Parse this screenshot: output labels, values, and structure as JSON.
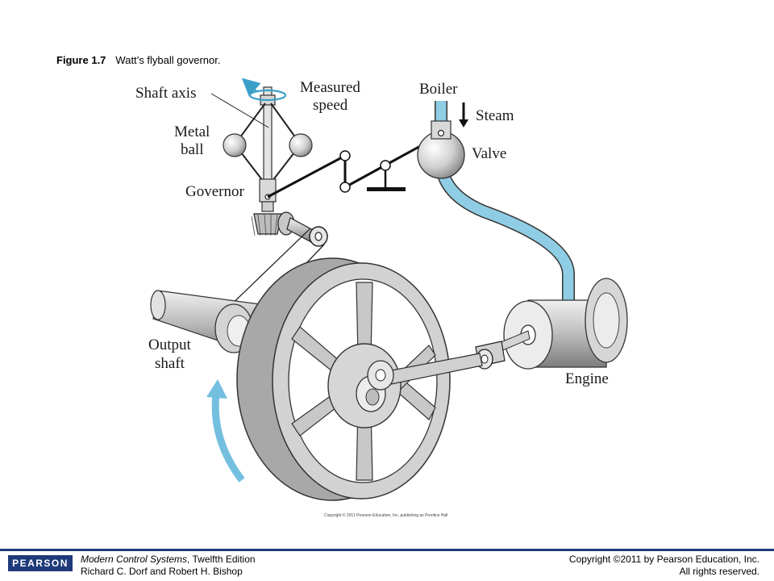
{
  "caption": {
    "figure_number": "Figure 1.7",
    "title": "Watt’s flyball governor."
  },
  "labels": {
    "shaft_axis": "Shaft axis",
    "measured_speed_1": "Measured",
    "measured_speed_2": "speed",
    "metal_ball_1": "Metal",
    "metal_ball_2": "ball",
    "governor": "Governor",
    "boiler": "Boiler",
    "steam": "Steam",
    "valve": "Valve",
    "output_shaft_1": "Output",
    "output_shaft_2": "shaft",
    "engine": "Engine"
  },
  "image_copyright": "Copyright © 2011 Pearson Education, Inc. publishing as Prentice Hall",
  "footer": {
    "logo": "PEARSON",
    "book_title": "Modern Control Systems",
    "edition": ", Twelfth Edition",
    "authors": "Richard C. Dorf and Robert H. Bishop",
    "copyright": "Copyright ©2011 by Pearson Education, Inc.",
    "rights": "All rights reserved."
  },
  "colors": {
    "steam_pipe": "#8fcde4",
    "rotation_arrow": "#74bfe0",
    "metal": "#c8c8c8",
    "footer_blue": "#1f3a7a"
  }
}
